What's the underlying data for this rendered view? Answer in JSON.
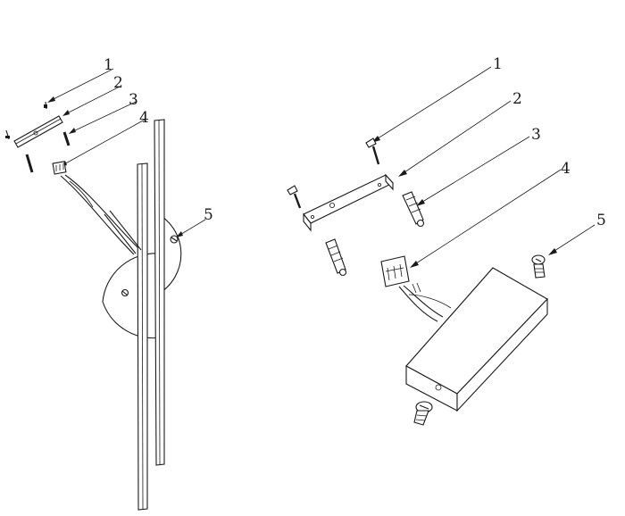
{
  "diagram": {
    "left_view": {
      "callouts": [
        {
          "number": "1"
        },
        {
          "number": "2"
        },
        {
          "number": "3"
        },
        {
          "number": "4"
        },
        {
          "number": "5"
        }
      ]
    },
    "right_view": {
      "callouts": [
        {
          "number": "1"
        },
        {
          "number": "2"
        },
        {
          "number": "3"
        },
        {
          "number": "4"
        },
        {
          "number": "5"
        }
      ]
    }
  }
}
